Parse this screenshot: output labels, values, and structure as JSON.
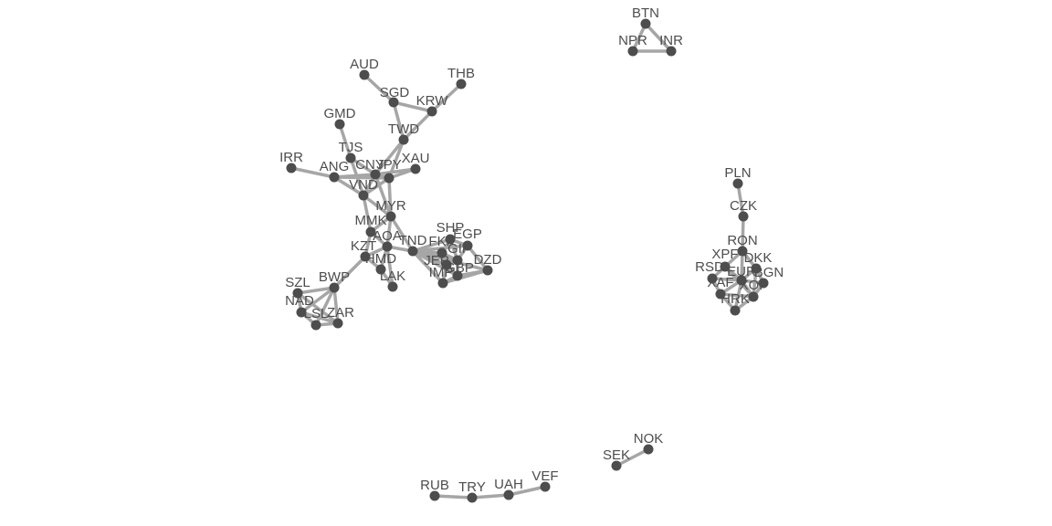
{
  "graph": {
    "nodes": [
      {
        "id": "BTN",
        "label": "BTN"
      },
      {
        "id": "NPR",
        "label": "NPR"
      },
      {
        "id": "INR",
        "label": "INR"
      },
      {
        "id": "AUD",
        "label": "AUD"
      },
      {
        "id": "THB",
        "label": "THB"
      },
      {
        "id": "SGD",
        "label": "SGD"
      },
      {
        "id": "KRW",
        "label": "KRW"
      },
      {
        "id": "GMD",
        "label": "GMD"
      },
      {
        "id": "TWD",
        "label": "TWD"
      },
      {
        "id": "TJS",
        "label": "TJS"
      },
      {
        "id": "IRR",
        "label": "IRR"
      },
      {
        "id": "ANG",
        "label": "ANG"
      },
      {
        "id": "CNY",
        "label": "CNY"
      },
      {
        "id": "JPY",
        "label": "JPY"
      },
      {
        "id": "XAU",
        "label": "XAU"
      },
      {
        "id": "VND",
        "label": "VND"
      },
      {
        "id": "MYR",
        "label": "MYR"
      },
      {
        "id": "MMK",
        "label": "MMK"
      },
      {
        "id": "AOA",
        "label": "AOA"
      },
      {
        "id": "TND",
        "label": "TND"
      },
      {
        "id": "SHP",
        "label": "SHP"
      },
      {
        "id": "EGP",
        "label": "EGP"
      },
      {
        "id": "FKP",
        "label": "FKP"
      },
      {
        "id": "GIP",
        "label": "GIP"
      },
      {
        "id": "KZT",
        "label": "KZT"
      },
      {
        "id": "JEP",
        "label": "JEP"
      },
      {
        "id": "DZD",
        "label": "DZD"
      },
      {
        "id": "HMD",
        "label": "HMD"
      },
      {
        "id": "IMP",
        "label": "IMP"
      },
      {
        "id": "GBP",
        "label": "GBP"
      },
      {
        "id": "LAK",
        "label": "LAK"
      },
      {
        "id": "BWP",
        "label": "BWP"
      },
      {
        "id": "SZL",
        "label": "SZL"
      },
      {
        "id": "NAD",
        "label": "NAD"
      },
      {
        "id": "LSL",
        "label": "LSL"
      },
      {
        "id": "ZAR",
        "label": "ZAR"
      },
      {
        "id": "PLN",
        "label": "PLN"
      },
      {
        "id": "CZK",
        "label": "CZK"
      },
      {
        "id": "RON",
        "label": "RON"
      },
      {
        "id": "XPF",
        "label": "XPF"
      },
      {
        "id": "DKK",
        "label": "DKK"
      },
      {
        "id": "RSD",
        "label": "RSD"
      },
      {
        "id": "EUR",
        "label": "EUR"
      },
      {
        "id": "BGN",
        "label": "BGN"
      },
      {
        "id": "XAF",
        "label": "XAF"
      },
      {
        "id": "XOF",
        "label": "XOF"
      },
      {
        "id": "HRK",
        "label": "HRK"
      },
      {
        "id": "NOK",
        "label": "NOK"
      },
      {
        "id": "SEK",
        "label": "SEK"
      },
      {
        "id": "RUB",
        "label": "RUB"
      },
      {
        "id": "TRY",
        "label": "TRY"
      },
      {
        "id": "UAH",
        "label": "UAH"
      },
      {
        "id": "VEF",
        "label": "VEF"
      }
    ],
    "edges": [
      [
        "BTN",
        "NPR"
      ],
      [
        "BTN",
        "INR"
      ],
      [
        "NPR",
        "INR"
      ],
      [
        "AUD",
        "SGD"
      ],
      [
        "SGD",
        "KRW"
      ],
      [
        "THB",
        "KRW"
      ],
      [
        "KRW",
        "TWD"
      ],
      [
        "SGD",
        "TWD"
      ],
      [
        "TWD",
        "CNY"
      ],
      [
        "TWD",
        "JPY"
      ],
      [
        "GMD",
        "TJS"
      ],
      [
        "TJS",
        "CNY"
      ],
      [
        "TJS",
        "VND"
      ],
      [
        "IRR",
        "ANG"
      ],
      [
        "ANG",
        "CNY"
      ],
      [
        "ANG",
        "VND"
      ],
      [
        "ANG",
        "JPY"
      ],
      [
        "CNY",
        "JPY"
      ],
      [
        "JPY",
        "XAU"
      ],
      [
        "CNY",
        "XAU"
      ],
      [
        "CNY",
        "VND"
      ],
      [
        "VND",
        "JPY"
      ],
      [
        "VND",
        "MYR"
      ],
      [
        "CNY",
        "MYR"
      ],
      [
        "JPY",
        "MYR"
      ],
      [
        "VND",
        "MMK"
      ],
      [
        "MYR",
        "MMK"
      ],
      [
        "MYR",
        "AOA"
      ],
      [
        "MMK",
        "AOA"
      ],
      [
        "MMK",
        "KZT"
      ],
      [
        "AOA",
        "TND"
      ],
      [
        "MYR",
        "TND"
      ],
      [
        "AOA",
        "KZT"
      ],
      [
        "AOA",
        "HMD"
      ],
      [
        "AOA",
        "LAK"
      ],
      [
        "KZT",
        "HMD"
      ],
      [
        "HMD",
        "LAK"
      ],
      [
        "KZT",
        "BWP"
      ],
      [
        "TND",
        "SHP"
      ],
      [
        "TND",
        "FKP"
      ],
      [
        "TND",
        "GIP"
      ],
      [
        "TND",
        "JEP"
      ],
      [
        "TND",
        "IMP"
      ],
      [
        "TND",
        "GBP"
      ],
      [
        "TND",
        "EGP"
      ],
      [
        "TND",
        "DZD"
      ],
      [
        "SHP",
        "EGP"
      ],
      [
        "SHP",
        "FKP"
      ],
      [
        "SHP",
        "GIP"
      ],
      [
        "FKP",
        "GIP"
      ],
      [
        "FKP",
        "JEP"
      ],
      [
        "GIP",
        "GBP"
      ],
      [
        "JEP",
        "GBP"
      ],
      [
        "JEP",
        "IMP"
      ],
      [
        "IMP",
        "GBP"
      ],
      [
        "GBP",
        "DZD"
      ],
      [
        "EGP",
        "GIP"
      ],
      [
        "GIP",
        "JEP"
      ],
      [
        "IMP",
        "DZD"
      ],
      [
        "EGP",
        "DZD"
      ],
      [
        "BWP",
        "SZL"
      ],
      [
        "BWP",
        "NAD"
      ],
      [
        "BWP",
        "LSL"
      ],
      [
        "BWP",
        "ZAR"
      ],
      [
        "SZL",
        "NAD"
      ],
      [
        "NAD",
        "LSL"
      ],
      [
        "LSL",
        "ZAR"
      ],
      [
        "SZL",
        "ZAR"
      ],
      [
        "NAD",
        "ZAR"
      ],
      [
        "PLN",
        "CZK"
      ],
      [
        "CZK",
        "RON"
      ],
      [
        "RON",
        "XPF"
      ],
      [
        "RON",
        "EUR"
      ],
      [
        "RON",
        "DKK"
      ],
      [
        "XPF",
        "EUR"
      ],
      [
        "XPF",
        "RSD"
      ],
      [
        "RSD",
        "EUR"
      ],
      [
        "EUR",
        "DKK"
      ],
      [
        "EUR",
        "BGN"
      ],
      [
        "DKK",
        "BGN"
      ],
      [
        "EUR",
        "XAF"
      ],
      [
        "EUR",
        "XOF"
      ],
      [
        "XAF",
        "XOF"
      ],
      [
        "XAF",
        "HRK"
      ],
      [
        "XOF",
        "HRK"
      ],
      [
        "BGN",
        "XOF"
      ],
      [
        "RSD",
        "XAF"
      ],
      [
        "DKK",
        "XOF"
      ],
      [
        "EUR",
        "HRK"
      ],
      [
        "XPF",
        "XOF"
      ],
      [
        "NOK",
        "SEK"
      ],
      [
        "RUB",
        "TRY"
      ],
      [
        "TRY",
        "UAH"
      ],
      [
        "UAH",
        "VEF"
      ]
    ]
  }
}
